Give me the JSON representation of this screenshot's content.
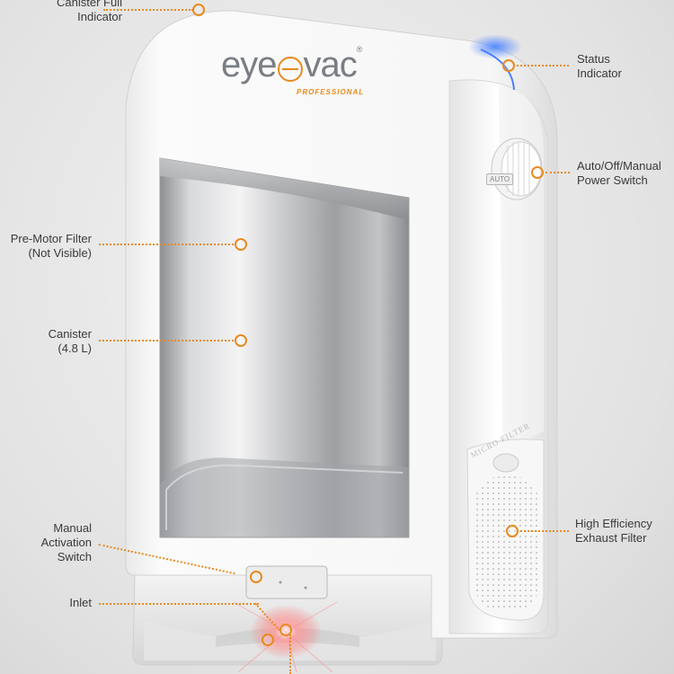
{
  "brand": {
    "logo_left": "eye",
    "logo_right": "vac",
    "logo_registered": "®",
    "logo_sub": "PROFESSIONAL",
    "power_switch_text": "AUTO",
    "filter_text": "MICRO FILTER"
  },
  "callouts": [
    {
      "id": "canister-full-indicator",
      "lines": [
        "Canister Full",
        "Indicator"
      ],
      "side": "left"
    },
    {
      "id": "status-indicator",
      "lines": [
        "Status",
        "Indicator"
      ],
      "side": "right"
    },
    {
      "id": "power-switch",
      "lines": [
        "Auto/Off/Manual",
        "Power Switch"
      ],
      "side": "right"
    },
    {
      "id": "pre-motor-filter",
      "lines": [
        "Pre-Motor Filter",
        "(Not Visible)"
      ],
      "side": "left"
    },
    {
      "id": "canister",
      "lines": [
        "Canister",
        "(4.8 L)"
      ],
      "side": "left"
    },
    {
      "id": "exhaust-filter",
      "lines": [
        "High Efficiency",
        "Exhaust Filter"
      ],
      "side": "right"
    },
    {
      "id": "manual-activation-switch",
      "lines": [
        "Manual",
        "Activation",
        "Switch"
      ],
      "side": "left"
    },
    {
      "id": "inlet",
      "lines": [
        "Inlet"
      ],
      "side": "left"
    }
  ],
  "colors": {
    "accent": "#e88a1e",
    "status_glow": "#2d6dff",
    "body": "#f7f7f7",
    "text": "#3a3a3a"
  }
}
